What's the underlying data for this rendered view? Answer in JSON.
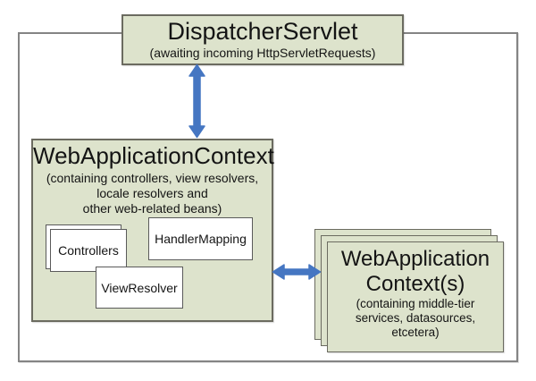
{
  "colors": {
    "box_fill": "#dde3cc",
    "box_border": "#6b6b60",
    "inner_box_fill": "#ffffff",
    "inner_box_border": "#5a5a5a",
    "outer_border": "#848484",
    "arrow": "#4576c2",
    "text": "#141414"
  },
  "dispatcher_servlet": {
    "title": "DispatcherServlet",
    "subtitle": "(awaiting incoming HttpServletRequests)"
  },
  "web_application_context": {
    "title": "WebApplicationContext",
    "subtitle_lines": [
      "(containing controllers, view resolvers,",
      "locale resolvers and",
      "other web-related beans)"
    ],
    "beans": {
      "controllers": "Controllers",
      "handler_mapping": "HandlerMapping",
      "view_resolver": "ViewResolver"
    }
  },
  "root_contexts": {
    "title_lines": [
      "WebApplication",
      "Context(s)"
    ],
    "subtitle_lines": [
      "(containing middle-tier",
      "services, datasources,",
      "etcetera)"
    ]
  }
}
